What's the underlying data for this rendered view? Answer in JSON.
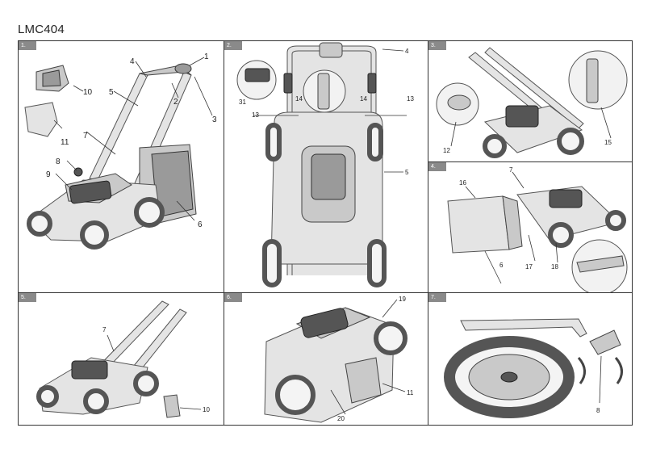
{
  "document": {
    "model": "LMC404"
  },
  "panels": [
    {
      "step": "1.",
      "labels": [
        "1",
        "2",
        "3",
        "4",
        "5",
        "6",
        "7",
        "8",
        "9",
        "10",
        "11"
      ]
    },
    {
      "step": "2.",
      "labels": [
        "4",
        "31",
        "14",
        "13",
        "14",
        "13",
        "5"
      ]
    },
    {
      "step": "3.",
      "labels": [
        "12",
        "15"
      ]
    },
    {
      "step": "4.",
      "labels": [
        "16",
        "7",
        "6",
        "17",
        "18"
      ]
    },
    {
      "step": "5.",
      "labels": [
        "7",
        "10"
      ]
    },
    {
      "step": "6.",
      "labels": [
        "19",
        "11",
        "20"
      ]
    },
    {
      "step": "7.",
      "labels": [
        "8"
      ]
    }
  ]
}
